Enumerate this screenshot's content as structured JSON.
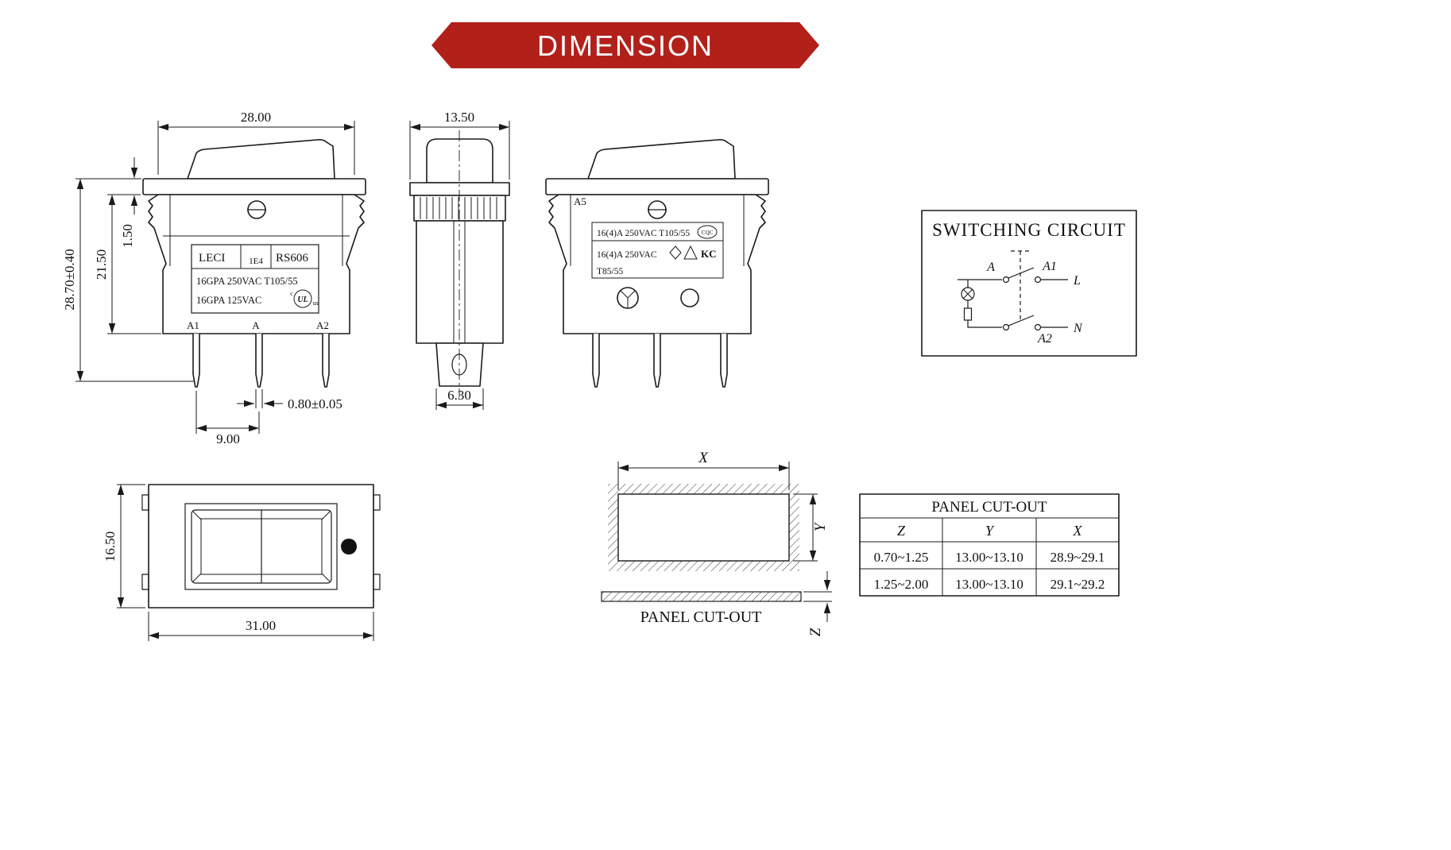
{
  "banner": {
    "title": "DIMENSION",
    "color": "#b2201a"
  },
  "front_view": {
    "dim_width": "28.00",
    "dim_total_height": "28.70±0.40",
    "dim_body_height": "21.50",
    "dim_bezel": "1.50",
    "brand": "LECI",
    "file_no": "1E4",
    "model": "RS606",
    "rating1": "16GPA 250VAC T105/55",
    "rating2": "16GPA 125VAC",
    "ul_c": "c",
    "ul": "UL",
    "ul_us": "us",
    "terminal_a1": "A1",
    "terminal_a": "A",
    "terminal_a2": "A2",
    "dim_pin_width": "0.80±0.05",
    "dim_pin_pitch": "9.00"
  },
  "side_view": {
    "dim_width": "13.50",
    "dim_terminal": "6.30"
  },
  "rear_view": {
    "corner_label": "A5",
    "rating1": "16(4)A 250VAC T105/55",
    "rating2": "16(4)A 250VAC",
    "rating3": "T85/55",
    "logo_cqc": "CQC",
    "logo_kc": "KC"
  },
  "circuit": {
    "title": "SWITCHING CIRCUIT",
    "label_a": "A",
    "label_a1": "A1",
    "label_l": "L",
    "label_a2": "A2",
    "label_n": "N"
  },
  "panel_view": {
    "dim_height": "16.50",
    "dim_width": "31.00"
  },
  "cutout_view": {
    "label": "PANEL CUT-OUT",
    "dim_x": "X",
    "dim_y": "Y",
    "dim_z": "Z"
  },
  "cutout_table": {
    "title": "PANEL CUT-OUT",
    "headers": [
      "Z",
      "Y",
      "X"
    ],
    "rows": [
      [
        "0.70~1.25",
        "13.00~13.10",
        "28.9~29.1"
      ],
      [
        "1.25~2.00",
        "13.00~13.10",
        "29.1~29.2"
      ]
    ]
  }
}
